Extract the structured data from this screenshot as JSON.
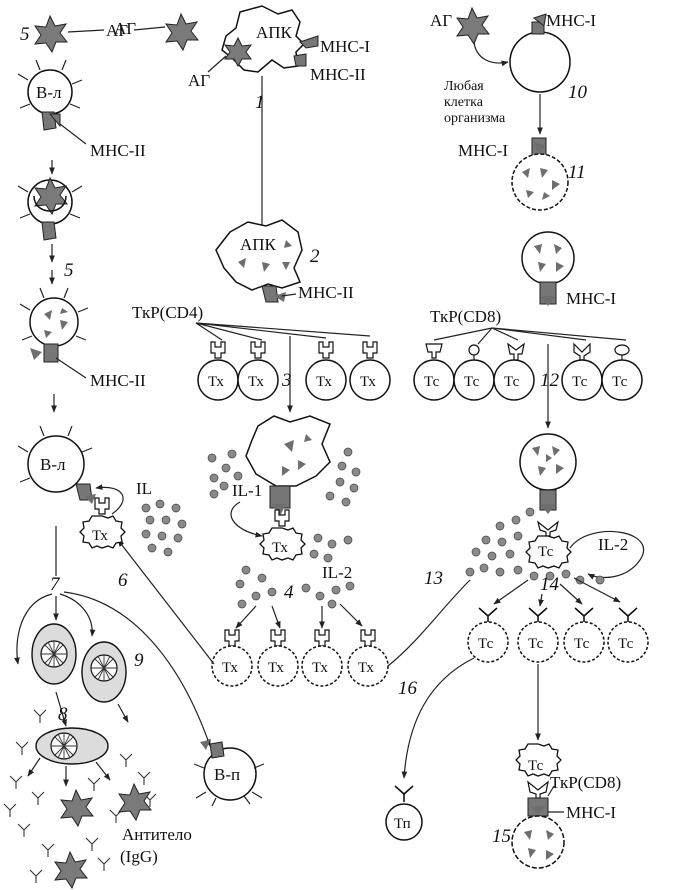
{
  "labels": {
    "ag": "АГ",
    "apc": "АПК",
    "mhc1": "МНС-I",
    "mhc2": "МНС-II",
    "b_lymph": "В-л",
    "b_memory": "В-п",
    "any_cell_1": "Любая",
    "any_cell_2": "клетка",
    "any_cell_3": "организма",
    "tcr_cd4": "ТкР(CD4)",
    "tcr_cd8": "ТкР(CD8)",
    "th": "Тх",
    "tc": "Тс",
    "tm": "Тп",
    "il1": "IL-1",
    "il2": "IL-2",
    "il_short": "IL",
    "antibody_1": "Антитело",
    "antibody_2": "(IgG)"
  },
  "step_numbers": {
    "s1": "1",
    "s2": "2",
    "s3": "3",
    "s4": "4",
    "s5a": "5",
    "s5b": "5",
    "s6": "6",
    "s7": "7",
    "s8": "8",
    "s9": "9",
    "s10": "10",
    "s11": "11",
    "s12": "12",
    "s13": "13",
    "s14": "14",
    "s15": "15",
    "s16": "16"
  }
}
